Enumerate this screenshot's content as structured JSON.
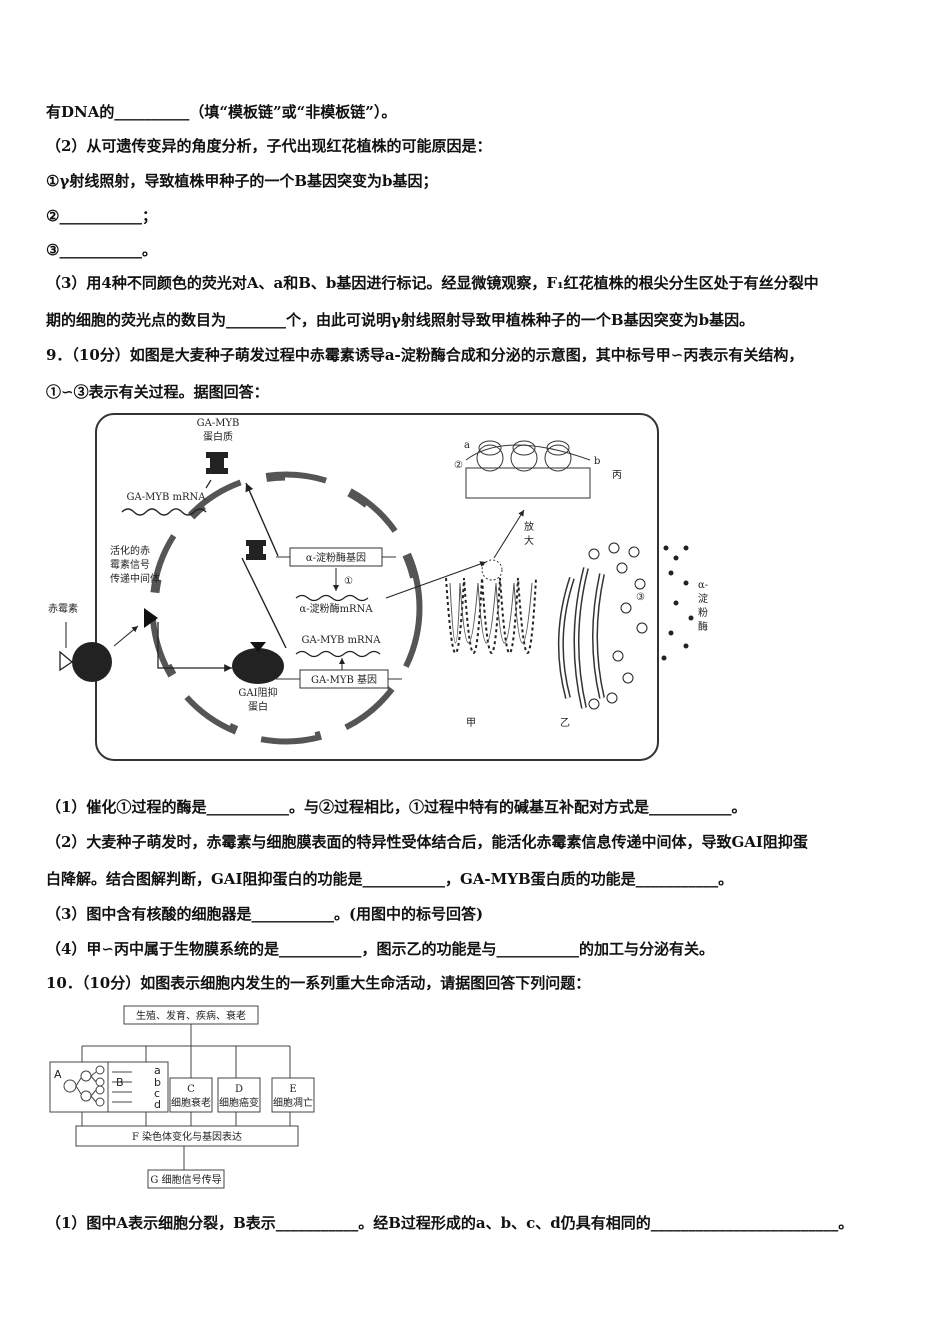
{
  "lines": [
    "有DNA的__________（填“模板链”或“非模板链”）。",
    "（2）从可遗传变异的角度分析，子代出现红花植株的可能原因是：",
    "①γ射线照射，导致植株甲种子的一个B基因突变为b基因；",
    "②___________；",
    "③___________。",
    "（3）用4种不同颜色的荧光对A、a和B、b基因进行标记。经显微镜观察，F₁红花植株的根尖分生区处于有丝分裂中",
    "期的细胞的荧光点的数目为________个，由此可说明γ射线照射导致甲植株种子的一个B基因突变为b基因。",
    "9．（10分）如图是大麦种子萌发过程中赤霉素诱导a-淀粉酶合成和分泌的示意图，其中标号甲∽丙表示有关结构，",
    "①∽③表示有关过程。据图回答：",
    "（1）催化①过程的酶是___________。与②过程相比，①过程中特有的碱基互补配对方式是___________。",
    "（2）大麦种子萌发时，赤霉素与细胞膜表面的特异性受体结合后，能活化赤霉素信息传递中间体，导致GAI阻抑蛋",
    "白降解。结合图解判断，GAI阻抑蛋白的功能是___________，GA-MYB蛋白质的功能是___________。",
    "（3）图中含有核酸的细胞器是___________。(用图中的标号回答)",
    "（4）甲∽丙中属于生物膜系统的是___________，图示乙的功能是与___________的加工与分泌有关。",
    "10．（10分）如图表示细胞内发生的一系列重大生命活动，请据图回答下列问题：",
    "（1）图中A表示细胞分裂，B表示___________。经B过程形成的a、b、c、d仍具有相同的_________________________。"
  ],
  "fig1": {
    "ga_myb_protein": [
      "GA-MYB",
      "蛋白质"
    ],
    "ga_myb_mrna": "GA-MYB mRNA",
    "activated_signal": [
      "活化的赤",
      "霉素信号",
      "传递中间体"
    ],
    "gibberellin": "赤霉素",
    "amylase_gene": "α-淀粉酶基因",
    "step1": "①",
    "amylase_mrna": "α-淀粉酶mRNA",
    "ga_myb_mrna2": "GA-MYB mRNA",
    "ga_myb_gene": "GA-MYB 基因",
    "gai_protein": [
      "GAI阻抑",
      "蛋白"
    ],
    "magnify": [
      "放",
      "大"
    ],
    "label_a": "a",
    "label_b": "b",
    "step2": "②",
    "bing": "丙",
    "jia": "甲",
    "yi": "乙",
    "step3": "③",
    "amylase_side": [
      "α-",
      "淀",
      "粉",
      "酶"
    ]
  },
  "fig2": {
    "top_box": "生殖、发育、疾病、衰老",
    "a_label": "A",
    "b_label": "B",
    "outputs": [
      "a",
      "b",
      "c",
      "d"
    ],
    "c_box": [
      "C",
      "细胞衰老"
    ],
    "d_box": [
      "D",
      "细胞癌变"
    ],
    "e_box": [
      "E",
      "细胞凋亡"
    ],
    "f_box": "F 染色体变化与基因表达",
    "g_box": "G 细胞信号传导"
  }
}
